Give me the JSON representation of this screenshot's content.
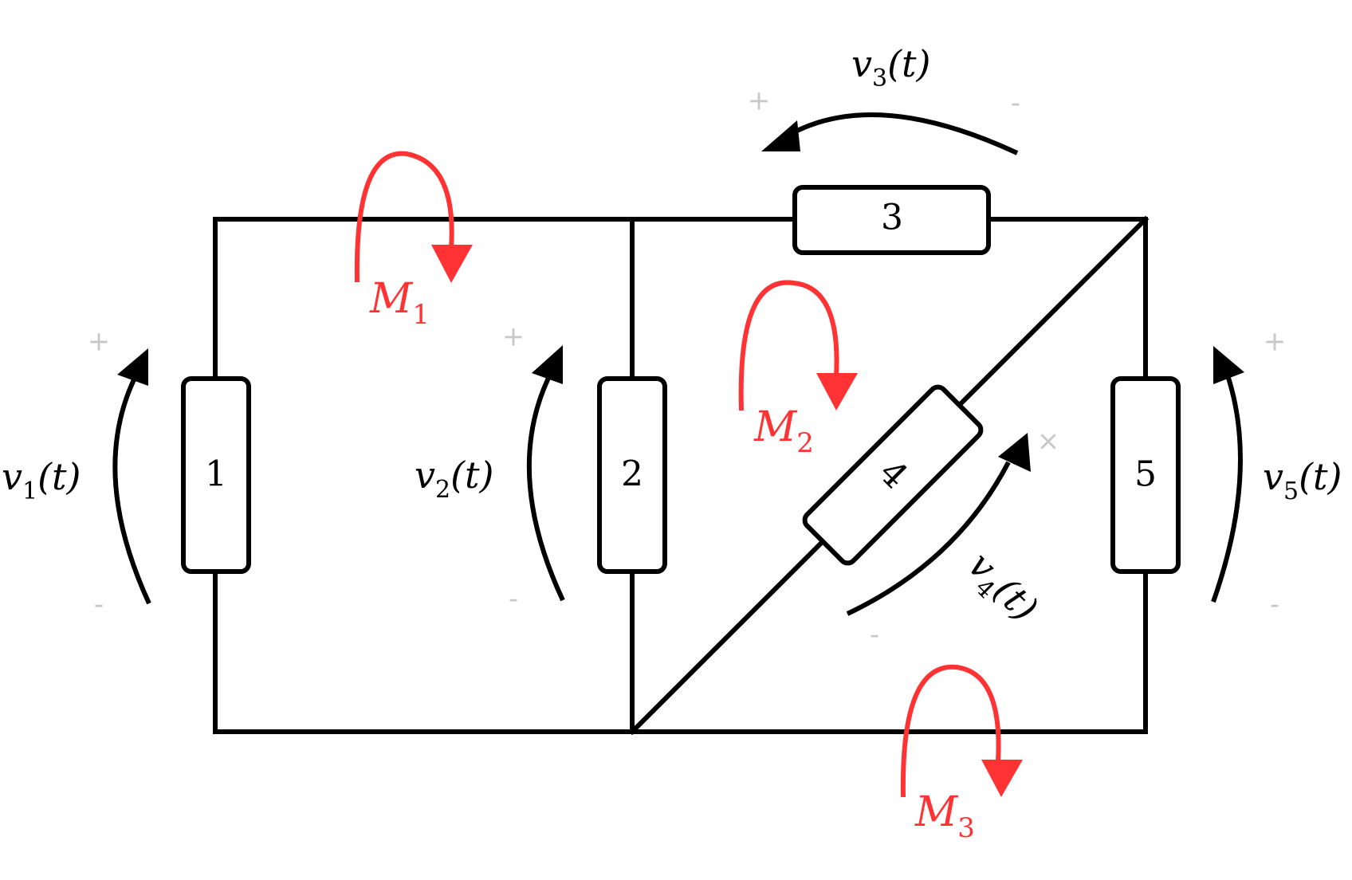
{
  "resistors": [
    {
      "id": "r1",
      "label": "1"
    },
    {
      "id": "r2",
      "label": "2"
    },
    {
      "id": "r3",
      "label": "3"
    },
    {
      "id": "r4",
      "label": "4"
    },
    {
      "id": "r5",
      "label": "5"
    }
  ],
  "voltages": [
    {
      "id": "v1",
      "base": "v",
      "sub": "1",
      "rest": "(t)",
      "plus": "+",
      "minus": "-"
    },
    {
      "id": "v2",
      "base": "v",
      "sub": "2",
      "rest": "(t)",
      "plus": "+",
      "minus": "-"
    },
    {
      "id": "v3",
      "base": "v",
      "sub": "3",
      "rest": "(t)",
      "plus": "+",
      "minus": "-"
    },
    {
      "id": "v4",
      "base": "v",
      "sub": "4",
      "rest": "(t)",
      "plus": "×",
      "minus": "-"
    },
    {
      "id": "v5",
      "base": "v",
      "sub": "5",
      "rest": "(t)",
      "plus": "+",
      "minus": "-"
    }
  ],
  "meshes": [
    {
      "id": "m1",
      "base": "M",
      "sub": "1"
    },
    {
      "id": "m2",
      "base": "M",
      "sub": "2"
    },
    {
      "id": "m3",
      "base": "M",
      "sub": "3"
    }
  ],
  "colors": {
    "wire": "#000000",
    "mesh": "#ff3333",
    "sign": "#c8c8c8"
  }
}
